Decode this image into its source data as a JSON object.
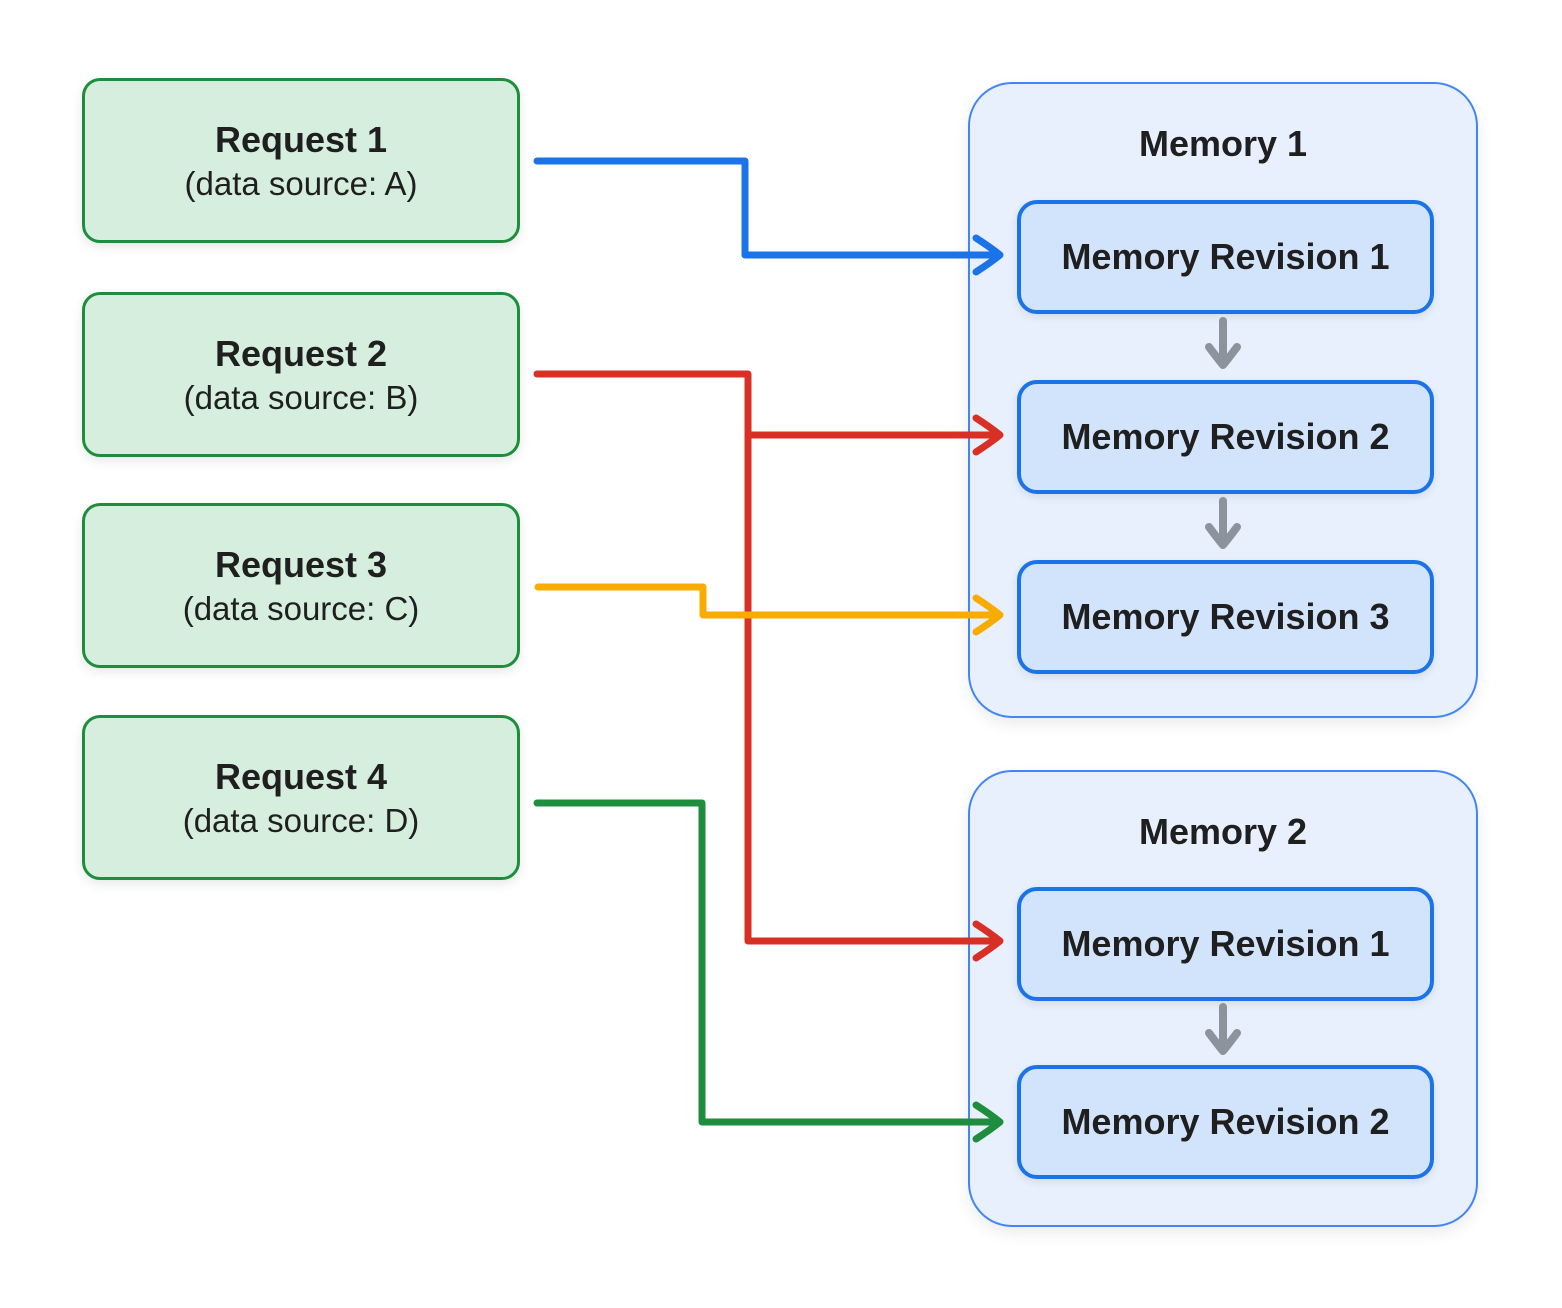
{
  "requests": [
    {
      "title": "Request 1",
      "subtitle": "(data source: A)"
    },
    {
      "title": "Request 2",
      "subtitle": "(data source: B)"
    },
    {
      "title": "Request 3",
      "subtitle": "(data source: C)"
    },
    {
      "title": "Request 4",
      "subtitle": "(data source: D)"
    }
  ],
  "memories": [
    {
      "title": "Memory 1",
      "revisions": [
        "Memory Revision 1",
        "Memory Revision 2",
        "Memory Revision 3"
      ]
    },
    {
      "title": "Memory 2",
      "revisions": [
        "Memory Revision 1",
        "Memory Revision 2"
      ]
    }
  ],
  "connectors": [
    {
      "from": "Request 1",
      "to": "Memory 1 / Memory Revision 1",
      "color": "#1a73e8"
    },
    {
      "from": "Request 2",
      "to": "Memory 1 / Memory Revision 2",
      "color": "#d93025"
    },
    {
      "from": "Request 2",
      "to": "Memory 2 / Memory Revision 1",
      "color": "#d93025"
    },
    {
      "from": "Request 3",
      "to": "Memory 1 / Memory Revision 3",
      "color": "#f9ab00"
    },
    {
      "from": "Request 4",
      "to": "Memory 2 / Memory Revision 2",
      "color": "#1e8e3e"
    }
  ],
  "colors": {
    "request_fill": "#d6eedd",
    "request_border": "#1e8e3e",
    "memory_fill": "#e8f0fe",
    "memory_border": "#4285f4",
    "revision_fill": "#d2e3fc",
    "revision_border": "#1a73e8",
    "revision_flow_arrow": "#8d939c",
    "text": "#1f1f1f"
  }
}
